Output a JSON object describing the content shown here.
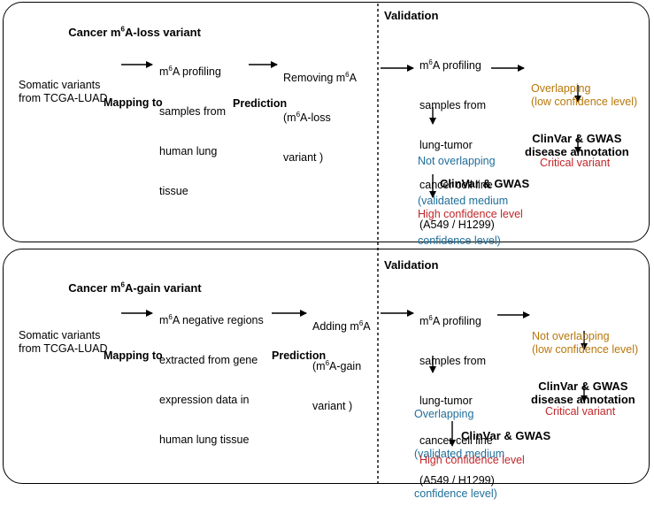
{
  "loss": {
    "title_pre": "Cancer m",
    "title_sup": "6",
    "title_post": "A-loss variant",
    "validation": "Validation",
    "somatic": [
      "Somatic variants",
      "from TCGA-LUAD"
    ],
    "profiling": {
      "line1_pre": "m",
      "line1_sup": "6",
      "line1_post": "A profiling",
      "rest": [
        "samples from",
        "human lung",
        "tissue"
      ]
    },
    "removing": {
      "line1_pre": "Removing m",
      "line1_sup": "6",
      "line1_post": "A",
      "line2_pre": "(m",
      "line2_sup": "6",
      "line2_post": "A-loss",
      "line3": "variant )"
    },
    "mapping": "Mapping to",
    "prediction": "Prediction",
    "cellline": {
      "line1_pre": "m",
      "line1_sup": "6",
      "line1_post": "A profiling",
      "rest": [
        "samples from",
        "lung-tumor",
        "cancer cell line",
        "(A549 / H1299)"
      ]
    },
    "overlap": [
      "Overlapping",
      "(low confidence level)"
    ],
    "clinvar_disease": [
      "ClinVar & GWAS",
      "disease annotation"
    ],
    "critical": "Critical variant",
    "not_overlap": [
      "Not overlapping",
      "(validated medium",
      "confidence level)"
    ],
    "clinvar": "ClinVar & GWAS",
    "high": "High confidence level"
  },
  "gain": {
    "title_pre": "Cancer m",
    "title_sup": "6",
    "title_post": "A-gain variant",
    "validation": "Validation",
    "somatic": [
      "Somatic variants",
      "from TCGA-LUAD"
    ],
    "negative": {
      "line1_pre": "m",
      "line1_sup": "6",
      "line1_post": "A negative regions",
      "rest": [
        "extracted from gene",
        "expression data in",
        "human lung tissue"
      ]
    },
    "adding": {
      "line1_pre": "Adding m",
      "line1_sup": "6",
      "line1_post": "A",
      "line2_pre": "(m",
      "line2_sup": "6",
      "line2_post": "A-gain",
      "line3": "variant )"
    },
    "mapping": "Mapping to",
    "prediction": "Prediction",
    "cellline": {
      "line1_pre": "m",
      "line1_sup": "6",
      "line1_post": "A profiling",
      "rest": [
        "samples from",
        "lung-tumor",
        "cancer cell line",
        "(A549 / H1299)"
      ]
    },
    "not_overlap": [
      "Not overlapping",
      "(low confidence level)"
    ],
    "clinvar_disease": [
      "ClinVar & GWAS",
      "disease annotation"
    ],
    "critical": "Critical variant",
    "overlap": [
      "Overlapping",
      "(validated medium",
      "confidence level)"
    ],
    "clinvar": "ClinVar & GWAS",
    "high": "High confidence level"
  },
  "colors": {
    "low": "#b8770a",
    "medium": "#1f6e99",
    "high": "#c0262a"
  }
}
